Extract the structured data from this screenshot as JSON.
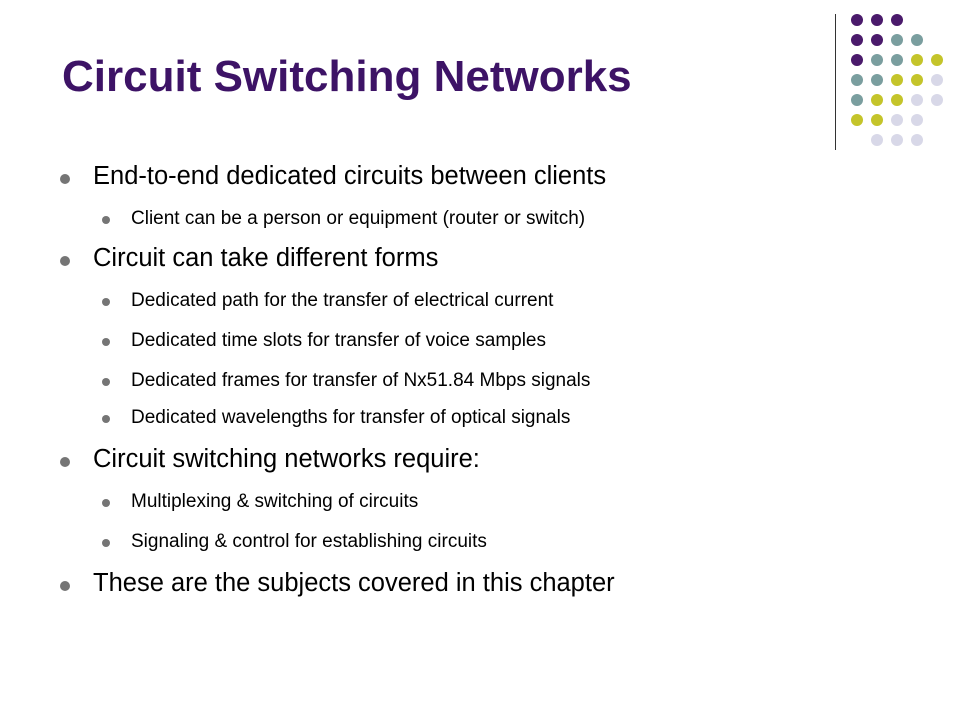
{
  "slide": {
    "title": "Circuit Switching Networks",
    "bullets": [
      {
        "level": 1,
        "text": "End-to-end dedicated circuits between clients"
      },
      {
        "level": 2,
        "text": "Client can be a person or equipment (router or switch)"
      },
      {
        "level": 1,
        "text": "Circuit can take different forms"
      },
      {
        "level": 2,
        "text": "Dedicated path for the transfer of electrical current"
      },
      {
        "level": 2,
        "text": "Dedicated time slots for transfer of voice samples"
      },
      {
        "level": 2,
        "text": "Dedicated frames for transfer of Nx51.84 Mbps signals"
      },
      {
        "level": 2,
        "text": "Dedicated wavelengths for transfer of optical signals"
      },
      {
        "level": 1,
        "text": "Circuit switching networks require:"
      },
      {
        "level": 2,
        "text": "Multiplexing & switching of circuits"
      },
      {
        "level": 2,
        "text": "Signaling & control for establishing circuits"
      },
      {
        "level": 1,
        "text": "These are the subjects covered in this chapter"
      }
    ]
  },
  "theme": {
    "title_color": "#3d1366",
    "bullet_color": "#757575",
    "dot_colors": [
      "#4a1a6b",
      "#7a9e9f",
      "#c4c42a",
      "#d8d8e8"
    ]
  }
}
